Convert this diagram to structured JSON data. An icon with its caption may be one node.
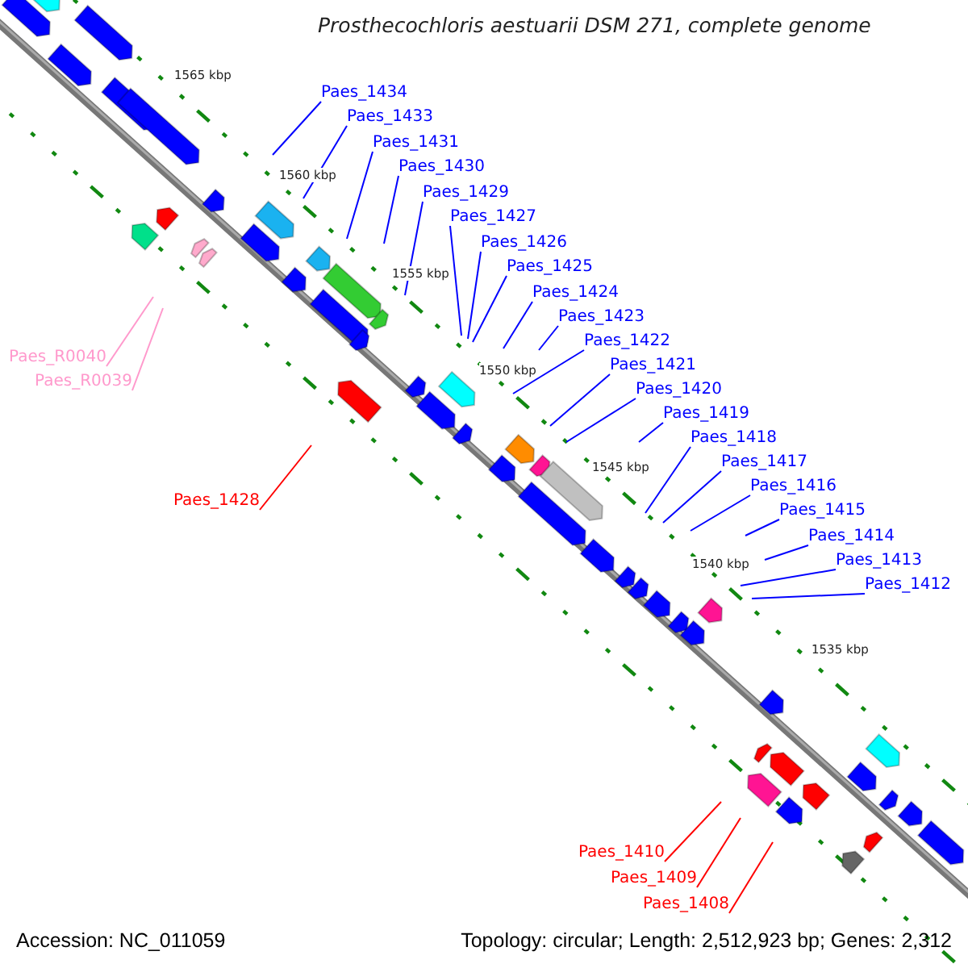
{
  "diagram": {
    "title": "Prosthecochloris aestuarii DSM 271, complete genome",
    "nodes": [
      {
        "text": [
          "Paes_1434"
        ]
      },
      {
        "text": [
          "Paes_1433"
        ]
      },
      {
        "text": [
          "Paes_1431"
        ]
      },
      {
        "text": [
          "Paes_1430"
        ]
      },
      {
        "text": [
          "Paes_1429"
        ]
      },
      {
        "text": [
          "Paes_1427"
        ]
      },
      {
        "text": [
          "Paes_1426"
        ]
      },
      {
        "text": [
          "Paes_1425"
        ]
      },
      {
        "text": [
          "Paes_1424"
        ]
      },
      {
        "text": [
          "Paes_1423"
        ]
      },
      {
        "text": [
          "Paes_1422"
        ]
      },
      {
        "text": [
          "Paes_1421"
        ]
      },
      {
        "text": [
          "Paes_1420"
        ]
      },
      {
        "text": [
          "Paes_1419"
        ]
      },
      {
        "text": [
          "Paes_1418"
        ]
      },
      {
        "text": [
          "Paes_1417"
        ]
      },
      {
        "text": [
          "Paes_1416"
        ]
      },
      {
        "text": [
          "Paes_1415"
        ]
      },
      {
        "text": [
          "Paes_1414"
        ]
      },
      {
        "text": [
          "Paes_1413"
        ]
      },
      {
        "text": [
          "Paes_1412"
        ]
      },
      {
        "text": [
          "Paes_R0040"
        ]
      },
      {
        "text": [
          "Paes_R0039"
        ]
      },
      {
        "text": [
          "Paes_1428"
        ]
      },
      {
        "text": [
          "Paes_1410"
        ]
      },
      {
        "text": [
          "Paes_1409"
        ]
      },
      {
        "text": [
          "Paes_1408"
        ]
      }
    ],
    "edges": [
      {
        "from": 0,
        "to": null,
        "arrow": "none"
      },
      {
        "from": 1,
        "to": null,
        "arrow": "none"
      },
      {
        "from": 2,
        "to": null,
        "arrow": "none"
      },
      {
        "from": 3,
        "to": null,
        "arrow": "none"
      },
      {
        "from": 4,
        "to": null,
        "arrow": "none"
      },
      {
        "from": 5,
        "to": null,
        "arrow": "none"
      },
      {
        "from": 6,
        "to": null,
        "arrow": "none"
      },
      {
        "from": 7,
        "to": null,
        "arrow": "none"
      },
      {
        "from": 8,
        "to": null,
        "arrow": "none"
      },
      {
        "from": 9,
        "to": null,
        "arrow": "none"
      },
      {
        "from": 10,
        "to": null,
        "arrow": "none"
      },
      {
        "from": 11,
        "to": null,
        "arrow": "none"
      },
      {
        "from": 12,
        "to": null,
        "arrow": "none"
      },
      {
        "from": 13,
        "to": null,
        "arrow": "none"
      },
      {
        "from": 14,
        "to": null,
        "arrow": "none"
      },
      {
        "from": 15,
        "to": null,
        "arrow": "none"
      },
      {
        "from": 16,
        "to": null,
        "arrow": "none"
      },
      {
        "from": 17,
        "to": null,
        "arrow": "none"
      },
      {
        "from": 18,
        "to": null,
        "arrow": "none"
      },
      {
        "from": 19,
        "to": null,
        "arrow": "none"
      },
      {
        "from": 20,
        "to": null,
        "arrow": "none"
      },
      {
        "from": 21,
        "to": null,
        "arrow": "none",
        "color": "#ff99cc"
      },
      {
        "from": 22,
        "to": null,
        "arrow": "none",
        "color": "#ff99cc"
      },
      {
        "from": 23,
        "to": null,
        "arrow": "none",
        "color": "#ff0000"
      },
      {
        "from": 24,
        "to": null,
        "arrow": "none",
        "color": "#ff0000"
      },
      {
        "from": 25,
        "to": null,
        "arrow": "none",
        "color": "#ff0000"
      },
      {
        "from": 26,
        "to": null,
        "arrow": "none",
        "color": "#ff0000"
      }
    ],
    "labels": [
      "1565 kbp",
      "1560 kbp",
      "1555 kbp",
      "1550 kbp",
      "1545 kbp",
      "1540 kbp",
      "1535 kbp",
      "Accession: NC_011059",
      "Topology: circular; Length: 2,512,923 bp; Genes: 2,312"
    ]
  }
}
